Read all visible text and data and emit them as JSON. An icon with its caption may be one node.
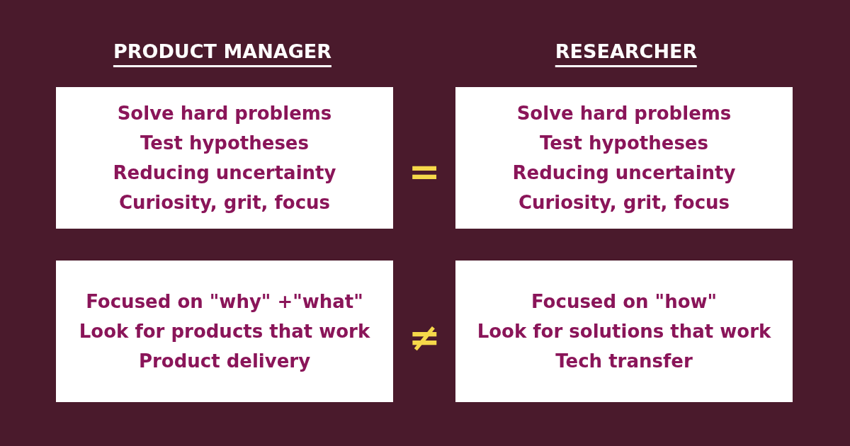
{
  "diagram": {
    "nodes": [
      {
        "text": [
          "Solve hard problems",
          "Test hypotheses",
          "Reducing uncertainty",
          "Curiosity, grit, focus"
        ]
      },
      {
        "text": [
          "Solve hard problems",
          "Test hypotheses",
          "Reducing uncertainty",
          "Curiosity, grit, focus"
        ]
      },
      {
        "text": [
          "Focused on \"why\" +\"what\"",
          "Look for products that work",
          "Product delivery"
        ]
      },
      {
        "text": [
          "Focused on \"how\"",
          "Look for solutions that work",
          "Tech transfer"
        ]
      }
    ],
    "labels": [
      "PRODUCT MANAGER",
      "RESEARCHER",
      "=",
      "≠"
    ]
  }
}
